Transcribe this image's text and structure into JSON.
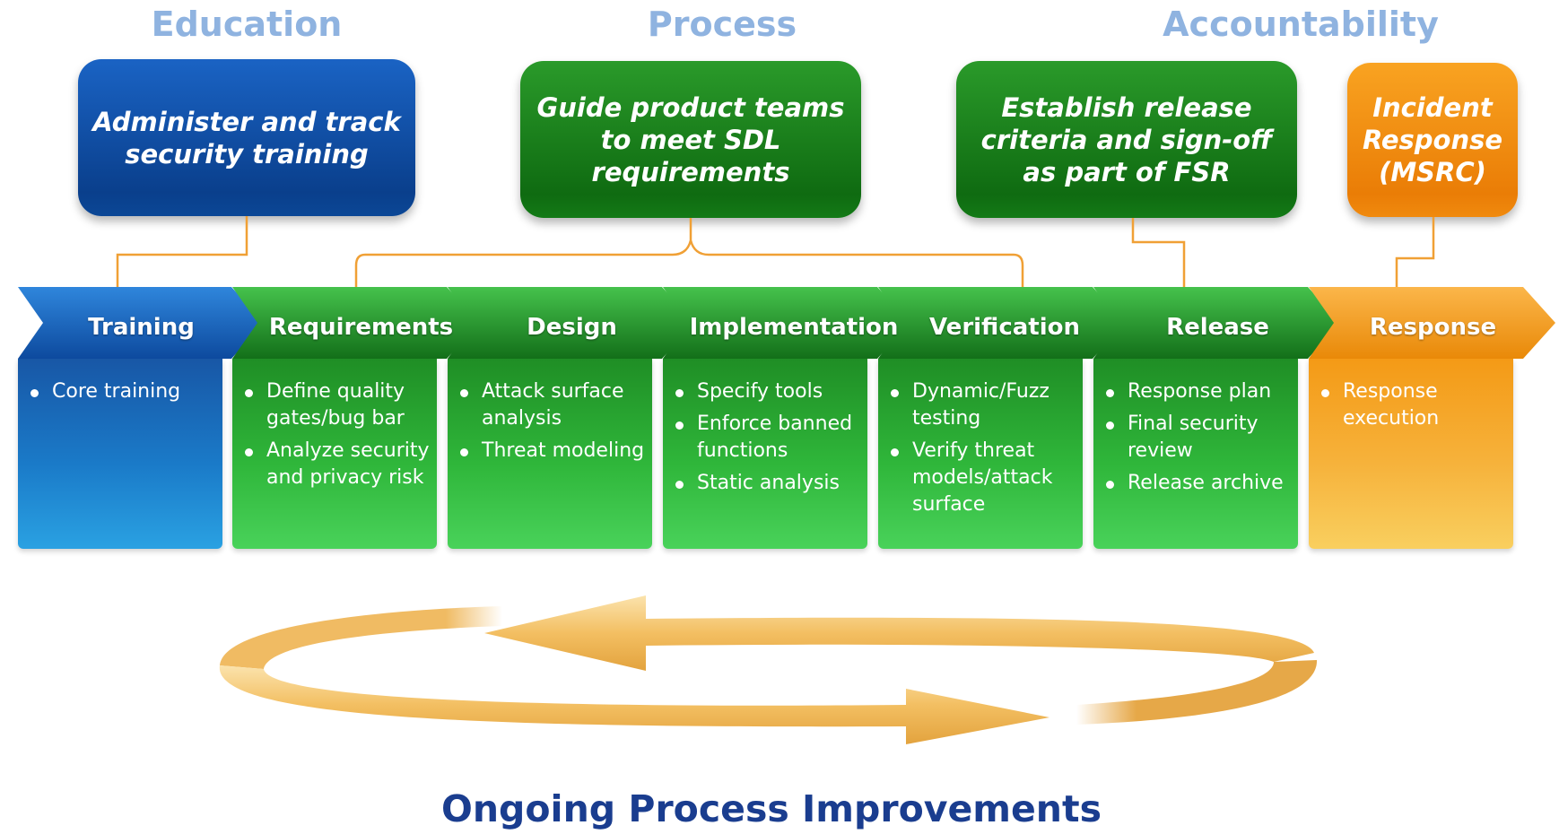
{
  "headings": {
    "education": "Education",
    "process": "Process",
    "accountability": "Accountability"
  },
  "top_boxes": [
    {
      "text": "Administer and track security training"
    },
    {
      "text": "Guide product teams to meet SDL requirements"
    },
    {
      "text": "Establish release criteria and sign-off as part of FSR"
    },
    {
      "text": "Incident Response (MSRC)"
    }
  ],
  "phases": [
    {
      "label": "Training",
      "items": [
        "Core training"
      ]
    },
    {
      "label": "Requirements",
      "items": [
        "Define quality gates/bug bar",
        "Analyze security and privacy risk"
      ]
    },
    {
      "label": "Design",
      "items": [
        "Attack surface analysis",
        "Threat modeling"
      ]
    },
    {
      "label": "Implementation",
      "items": [
        "Specify tools",
        "Enforce banned functions",
        "Static analysis"
      ]
    },
    {
      "label": "Verification",
      "items": [
        "Dynamic/Fuzz testing",
        "Verify threat models/attack surface"
      ]
    },
    {
      "label": "Release",
      "items": [
        "Response plan",
        "Final security review",
        "Release archive"
      ]
    },
    {
      "label": "Response",
      "items": [
        "Response execution"
      ]
    }
  ],
  "footer": {
    "title": "Ongoing Process Improvements"
  },
  "colors": {
    "blue": "#0a3f8c",
    "green": "#137a16",
    "orange": "#f08a0e",
    "heading": "#8fb3e0",
    "connector": "#f0a035",
    "footer": "#1a3d8f"
  }
}
